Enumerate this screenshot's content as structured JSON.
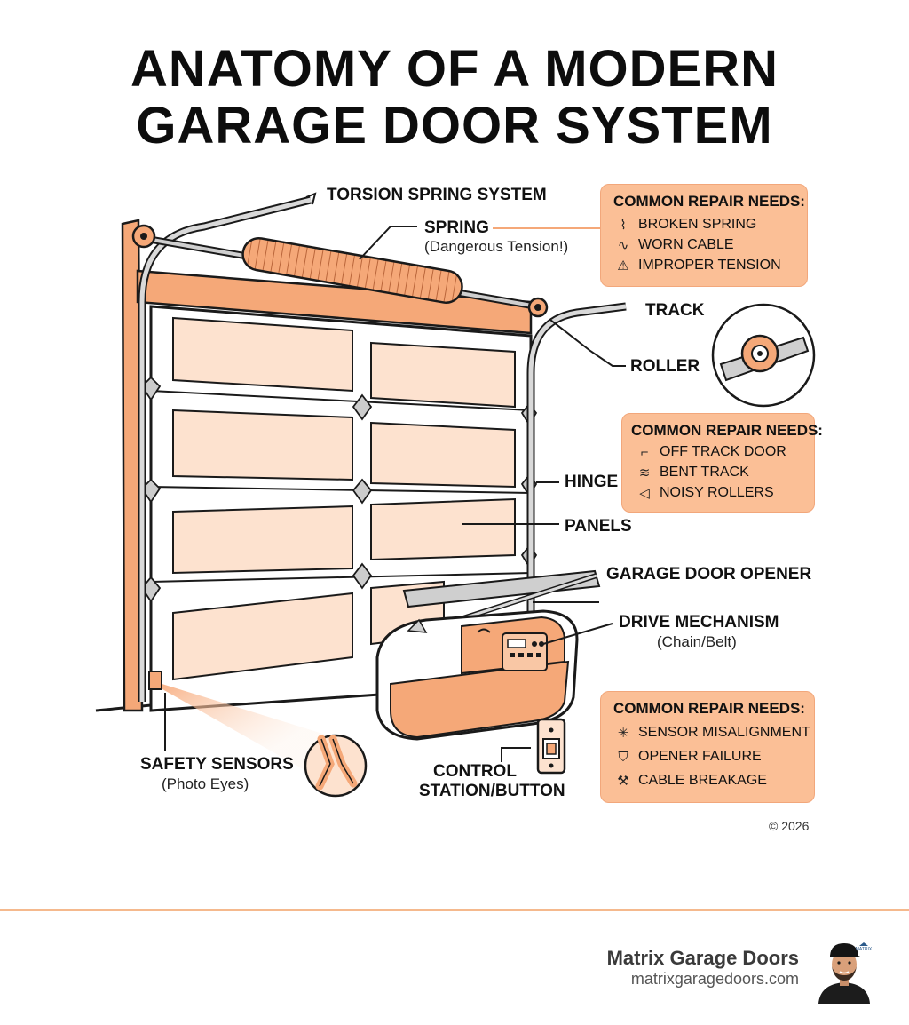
{
  "title": {
    "line1": "ANATOMY OF A MODERN",
    "line2": "GARAGE DOOR SYSTEM"
  },
  "labels": {
    "torsion": "TORSION SPRING SYSTEM",
    "spring": "SPRING",
    "spring_note": "(Dangerous Tension!)",
    "track": "TRACK",
    "roller": "ROLLER",
    "hinge": "HINGE",
    "panels": "PANELS",
    "opener": "GARAGE DOOR OPENER",
    "drive": "DRIVE MECHANISM",
    "drive_note": "(Chain/Belt)",
    "sensors": "SAFETY SENSORS",
    "sensors_note": "(Photo Eyes)",
    "control_line1": "CONTROL",
    "control_line2": "STATION/BUTTON"
  },
  "repair_boxes": [
    {
      "title": "COMMON REPAIR NEEDS:",
      "items": [
        {
          "icon": "broken-spring-icon",
          "text": "BROKEN SPRING"
        },
        {
          "icon": "worn-cable-icon",
          "text": "WORN CABLE"
        },
        {
          "icon": "warning-icon",
          "text": "IMPROPER TENSION"
        }
      ]
    },
    {
      "title": "COMMON REPAIR NEEDS:",
      "items": [
        {
          "icon": "off-track-icon",
          "text": "OFF TRACK DOOR"
        },
        {
          "icon": "bent-track-icon",
          "text": "BENT TRACK"
        },
        {
          "icon": "speaker-icon",
          "text": "NOISY ROLLERS"
        }
      ]
    },
    {
      "title": "COMMON REPAIR NEEDS:",
      "items": [
        {
          "icon": "sensor-icon",
          "text": "SENSOR MISALIGNMENT"
        },
        {
          "icon": "shield-icon",
          "text": "OPENER FAILURE"
        },
        {
          "icon": "wrench-icon",
          "text": "CABLE BREAKAGE"
        }
      ]
    }
  ],
  "copyright": "© 2026",
  "footer": {
    "brand": "Matrix Garage Doors",
    "url": "matrixgaragedoors.com",
    "logo_text": "MATRIX"
  },
  "colors": {
    "accent": "#f5a878",
    "box": "#fbbf96",
    "panel": "#fde2cf",
    "outline": "#1a1a1a"
  }
}
